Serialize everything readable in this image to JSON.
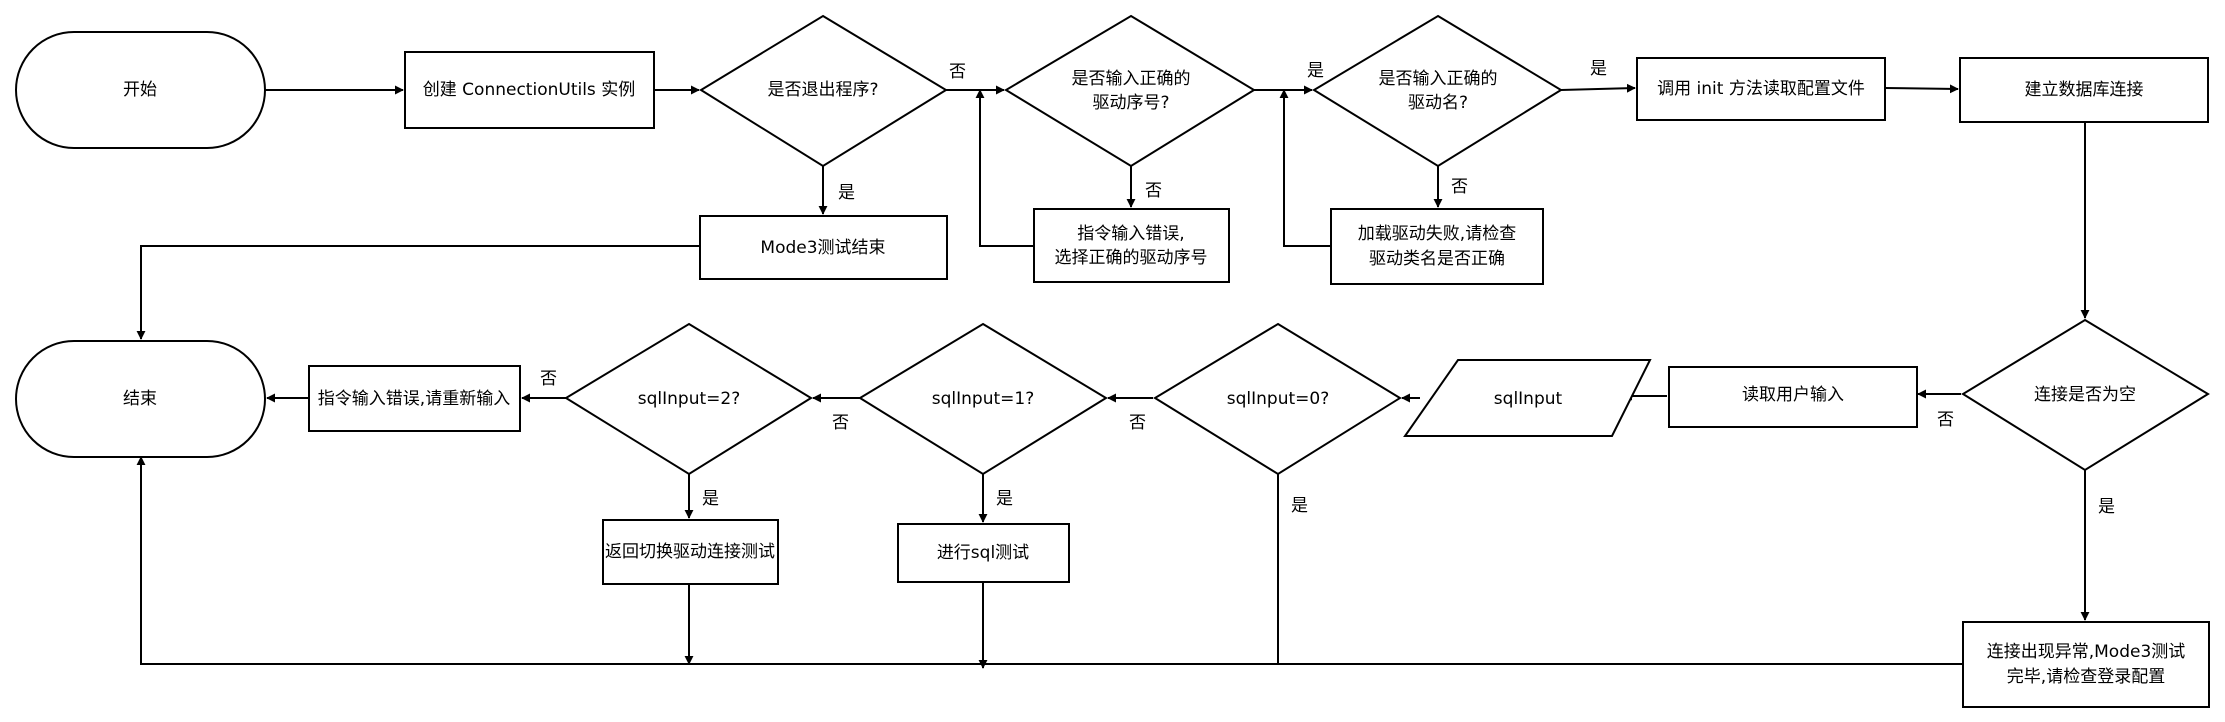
{
  "diagram": {
    "colors": {
      "stroke": "#000000",
      "fill": "#ffffff",
      "text": "#000000"
    },
    "nodes": {
      "start": {
        "label": "开始"
      },
      "create_instance": {
        "label": "创建 ConnectionUtils 实例"
      },
      "exit_program": {
        "label": "是否退出程序?"
      },
      "driver_number_check": {
        "line1": "是否输入正确的",
        "line2": "驱动序号?"
      },
      "driver_name_check": {
        "line1": "是否输入正确的",
        "line2": "驱动名?"
      },
      "call_init": {
        "label": "调用 init 方法读取配置文件"
      },
      "establish_connection": {
        "label": "建立数据库连接"
      },
      "mode3_end": {
        "label": "Mode3测试结束"
      },
      "command_error_driver": {
        "line1": "指令输入错误,",
        "line2": "选择正确的驱动序号"
      },
      "load_driver_failed": {
        "line1": "加载驱动失败,请检查",
        "line2": "驱动类名是否正确"
      },
      "end": {
        "label": "结束"
      },
      "command_error_reinput": {
        "label": "指令输入错误,请重新输入"
      },
      "sql_input_2": {
        "label": "sqlInput=2?"
      },
      "sql_input_1": {
        "label": "sqlInput=1?"
      },
      "sql_input_0": {
        "label": "sqlInput=0?"
      },
      "sql_input_io": {
        "label": "sqlInput"
      },
      "read_user_input": {
        "label": "读取用户输入"
      },
      "connection_null": {
        "label": "连接是否为空"
      },
      "return_switch_driver": {
        "label": "返回切换驱动连接测试"
      },
      "run_sql_test": {
        "label": "进行sql测试"
      },
      "connection_exception": {
        "line1": "连接出现异常,Mode3测试",
        "line2": "完毕,请检查登录配置"
      }
    },
    "edge_labels": {
      "exit_no": "否",
      "exit_yes": "是",
      "driver_number_yes": "是",
      "driver_number_no": "否",
      "driver_name_yes": "是",
      "driver_name_no": "否",
      "connection_null_no": "否",
      "connection_null_yes": "是",
      "sql0_no": "否",
      "sql0_yes": "是",
      "sql1_no": "否",
      "sql1_yes": "是",
      "sql2_no": "否",
      "sql2_yes": "是"
    }
  }
}
